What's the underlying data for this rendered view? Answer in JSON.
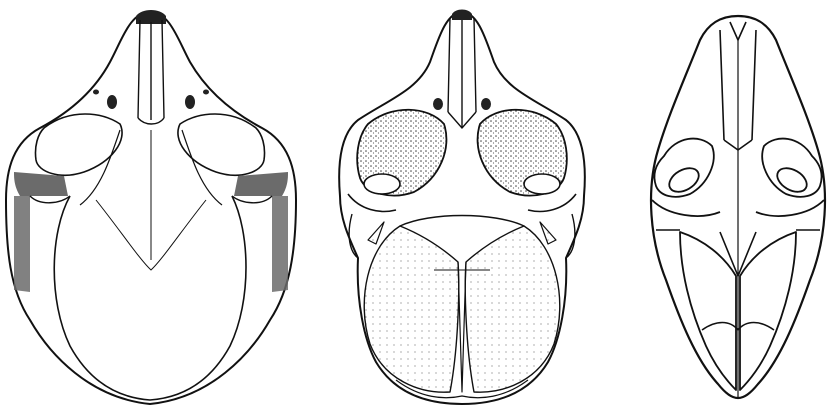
{
  "figure": {
    "panels": [
      {
        "id": "skull-left",
        "style": "shaded-sutures"
      },
      {
        "id": "skull-middle",
        "style": "stippled-orbits"
      },
      {
        "id": "skull-right",
        "style": "outline-only"
      }
    ],
    "colors": {
      "ink": "#111111",
      "suture_shade": "#6b6b6b",
      "stipple": "#444444",
      "background": "#ffffff"
    }
  }
}
